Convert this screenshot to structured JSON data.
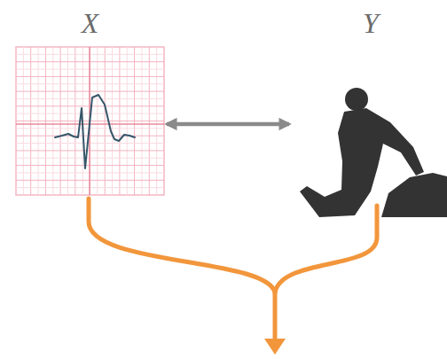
{
  "diagram": {
    "nodes": [
      {
        "text": [
          "X"
        ]
      },
      {
        "text": [
          "Y"
        ]
      }
    ],
    "edges": [
      {
        "from": 0,
        "to": 1,
        "arrow": "both"
      }
    ]
  }
}
